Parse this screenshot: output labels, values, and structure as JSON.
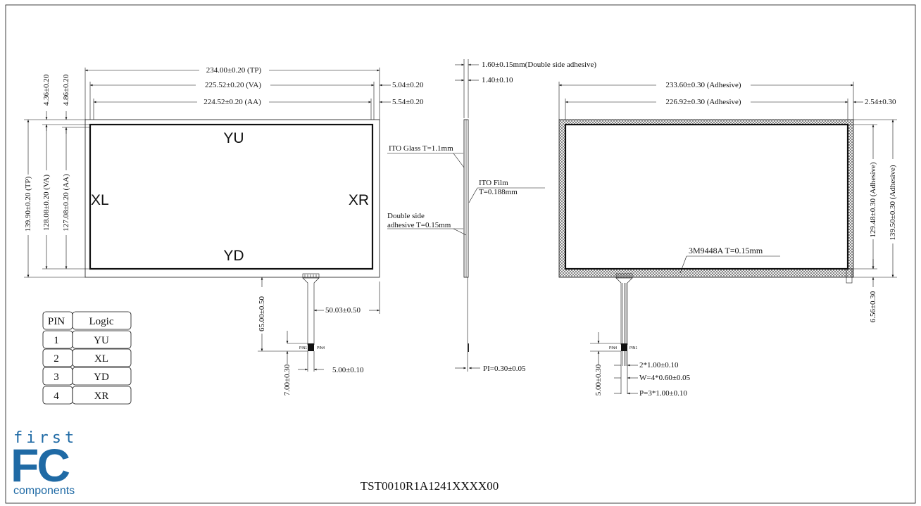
{
  "part_number": "TST0010R1A1241XXXX00",
  "logo": {
    "top": "first",
    "mid": "FC",
    "bottom": "components",
    "color": "#1f6aa5"
  },
  "front_view": {
    "width_dims": [
      "234.00±0.20 (TP)",
      "225.52±0.20 (VA)",
      "224.52±0.20 (AA)"
    ],
    "right_dims": [
      "5.04±0.20",
      "5.54±0.20"
    ],
    "top_small_dims": [
      "4.36±0.20",
      "4.86±0.20"
    ],
    "height_dims": [
      "139.90±0.20 (TP)",
      "128.08±0.20 (VA)",
      "127.08±0.20 (AA)"
    ],
    "edges": {
      "top": "YU",
      "left": "XL",
      "right": "XR",
      "bottom": "YD"
    },
    "tail_dims": {
      "length": "65.00±0.50",
      "offset": "50.03±0.50",
      "end": "7.00±0.30",
      "width": "5.00±0.10"
    },
    "pins": {
      "left": "PIN1",
      "right": "PIN4"
    }
  },
  "side_view": {
    "dims": [
      "1.60±0.15mm(Double side adhesive)",
      "1.40±0.10",
      "PI=0.30±0.05"
    ],
    "layers": {
      "glass": "ITO Glass T=1.1mm",
      "film_1": "ITO Film",
      "film_2": "T=0.188mm",
      "adhesive_1": "Double side",
      "adhesive_2": "adhesive T=0.15mm"
    }
  },
  "back_view": {
    "width_dims": [
      "233.60±0.30 (Adhesive)",
      "226.92±0.30 (Adhesive)"
    ],
    "right_dim": "2.54±0.30",
    "height_dims": [
      "129.48±0.30 (Adhesive)",
      "139.50±0.30 (Adhesive)"
    ],
    "bottom_dim": "6.56±0.30",
    "adhesive_label": "3M9448A  T=0.15mm",
    "tail_dims": {
      "end": "5.00±0.30",
      "pitch_1": "2*1.00±0.10",
      "width": "W=4*0.60±0.05",
      "pitch_2": "P=3*1.00±0.10"
    },
    "pins": {
      "left": "PIN4",
      "right": "PIN1"
    }
  },
  "pin_table": {
    "headers": [
      "PIN",
      "Logic"
    ],
    "rows": [
      [
        "1",
        "YU"
      ],
      [
        "2",
        "XL"
      ],
      [
        "3",
        "YD"
      ],
      [
        "4",
        "XR"
      ]
    ]
  }
}
